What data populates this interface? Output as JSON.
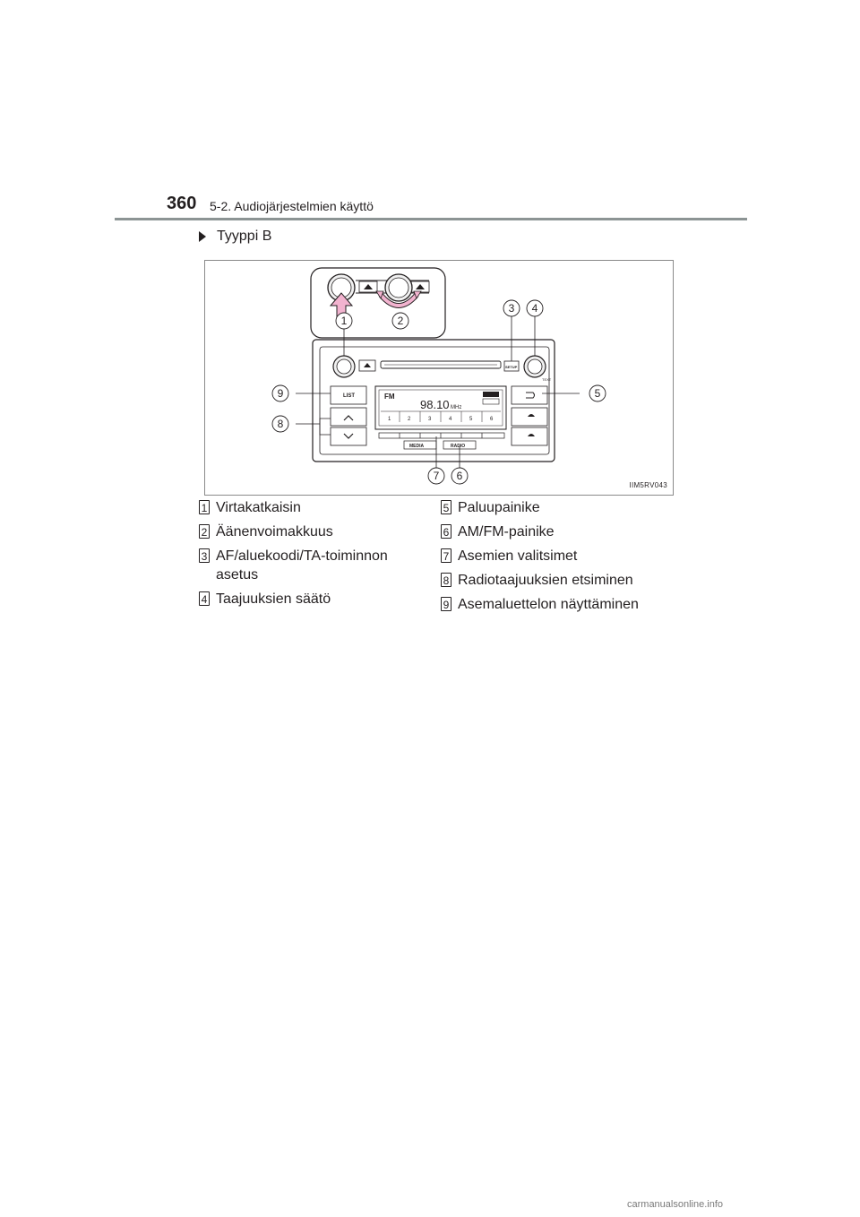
{
  "header": {
    "page_number": "360",
    "section_title": "5-2. Audiojärjestelmien käyttö"
  },
  "heading": "Tyyppi B",
  "figure": {
    "image_code": "IIM5RV043",
    "callouts": [
      "1",
      "2",
      "3",
      "4",
      "5",
      "6",
      "7",
      "8",
      "9"
    ],
    "panel": {
      "list_label": "LIST",
      "setup_label": "SETUP",
      "text_label": "TEXT",
      "media_label": "MEDIA",
      "radio_label": "RADIO",
      "band": "FM",
      "frequency": "98.10",
      "unit": "MHz",
      "presets": [
        "1",
        "2",
        "3",
        "4",
        "5",
        "6"
      ]
    }
  },
  "legend": {
    "left": [
      {
        "num": "1",
        "text": "Virtakatkaisin"
      },
      {
        "num": "2",
        "text": "Äänenvoimakkuus"
      },
      {
        "num": "3",
        "text": "AF/aluekoodi/TA-toiminnon asetus"
      },
      {
        "num": "4",
        "text": "Taajuuksien säätö"
      }
    ],
    "right": [
      {
        "num": "5",
        "text": "Paluupainike"
      },
      {
        "num": "6",
        "text": "AM/FM-painike"
      },
      {
        "num": "7",
        "text": "Asemien valitsimet"
      },
      {
        "num": "8",
        "text": "Radiotaajuuksien etsiminen"
      },
      {
        "num": "9",
        "text": "Asemaluettelon näyttäminen"
      }
    ]
  },
  "footer": {
    "watermark": "carmanualsonline.info"
  }
}
